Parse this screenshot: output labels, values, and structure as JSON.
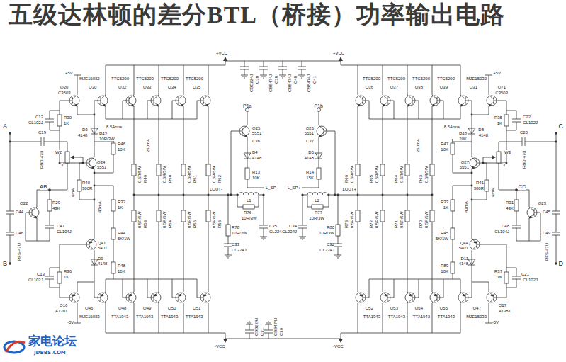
{
  "diagram": {
    "title": "五级达林顿的差分BTL（桥接）功率输出电路",
    "labels": [
      "+5V",
      "Q20",
      "C3503",
      "MJE15032",
      "Q30",
      "TTC5200",
      "TTC5200",
      "TTC5200",
      "TTC5200",
      "Q32",
      "Q33",
      "Q34",
      "Q35",
      "R30",
      "1K",
      "C12",
      "CL102J",
      "A",
      "D3",
      "4148",
      "R42",
      "10R/3W",
      "8.5Arms",
      "R46",
      "10K",
      "Q24",
      "5551",
      "C19",
      "RBD-47U",
      "W2",
      "3",
      "R40",
      "300R",
      "6mA",
      "40mA",
      "R32",
      "1K",
      "R44",
      "5K/1W",
      "250mA",
      "R49",
      "0.5R/5W",
      "R50",
      "0.5R/5W",
      "R51",
      "0.5R/5W",
      "R52",
      "0.5R/5W",
      "AB",
      "R29",
      "43K",
      "Q22",
      "C47",
      "CL104J",
      "RFS-47U",
      "C44",
      "C46",
      "B",
      "C13",
      "CL102J",
      "Q41",
      "5401",
      "D9",
      "4148",
      "R48",
      "10K",
      "R36",
      "1K",
      "Q16",
      "A1381",
      "-5V",
      "Q46",
      "MJE15033",
      "Q48",
      "Q49",
      "Q50",
      "Q51",
      "TTA1943",
      "TTA1943",
      "TTA1943",
      "TTA1943",
      "R53",
      "0.5R/5W",
      "R54",
      "0.5R/5W",
      "R55",
      "0.5R/5W",
      "R56",
      "0.5R/5W",
      "LOUT-",
      "P1a",
      "Q25",
      "5551",
      "C36",
      "D4",
      "4148",
      "R13",
      "10K",
      "L1",
      "L_SP-",
      "R76",
      "10R/3W",
      "C35",
      "CL224J",
      "R78",
      "10R/3W",
      "C33",
      "CL224J",
      "+5V",
      "Q71",
      "C3503",
      "MJE15032",
      "Q31",
      "TTC5200",
      "TTC5200",
      "TTC5200",
      "TTC5200",
      "Q39",
      "Q38",
      "Q37",
      "Q36",
      "R35",
      "1K",
      "C22",
      "CL102J",
      "C",
      "D8",
      "4148",
      "R43",
      "20K",
      "8.5Arms",
      "R47",
      "10K",
      "Q27",
      "5551",
      "C20",
      "RBD-47U",
      "W3",
      "3",
      "R41",
      "300R",
      "6mA",
      "40mA",
      "R33",
      "1K",
      "R45",
      "5K/1W",
      "250mA",
      "R63",
      "0.5R/5W",
      "R64",
      "0.5R/5W",
      "R65",
      "0.5R/5W",
      "R66",
      "0.5R/5W",
      "CD",
      "R31",
      "43K",
      "Q23",
      "C48",
      "CL104J",
      "RFS-47U",
      "C45",
      "C49",
      "D",
      "C21",
      "CL102J",
      "Q44",
      "5401",
      "D11",
      "4148",
      "R89",
      "10K",
      "R37",
      "1K",
      "Q17",
      "A1381",
      "-5V",
      "Q47",
      "MJE15033",
      "Q55",
      "Q54",
      "Q53",
      "Q52",
      "TTA1943",
      "TTA1943",
      "TTA1943",
      "TTA1943",
      "R70",
      "0.5R/5W",
      "R71",
      "0.5R/5W",
      "R72",
      "0.5R/5W",
      "R73",
      "0.5R/5W",
      "LOUT+",
      "P1b",
      "Q26",
      "5551",
      "C37",
      "D5",
      "4148",
      "R14",
      "15K",
      "L2",
      "L_SP+",
      "R77",
      "10R/3W",
      "C34",
      "CL224J",
      "R80",
      "10R/3W",
      "C32",
      "CL224J",
      "+VCC",
      "+VCC",
      "-VCC",
      "-VCC",
      "C30",
      "CBB224J",
      "C38",
      "CBB474J",
      "C40",
      "CBB474J",
      "C41",
      "CBB474J",
      "C31",
      "CBB224J",
      "C39",
      "CBB474J",
      "家电论坛",
      "JDBBS.COM"
    ]
  }
}
